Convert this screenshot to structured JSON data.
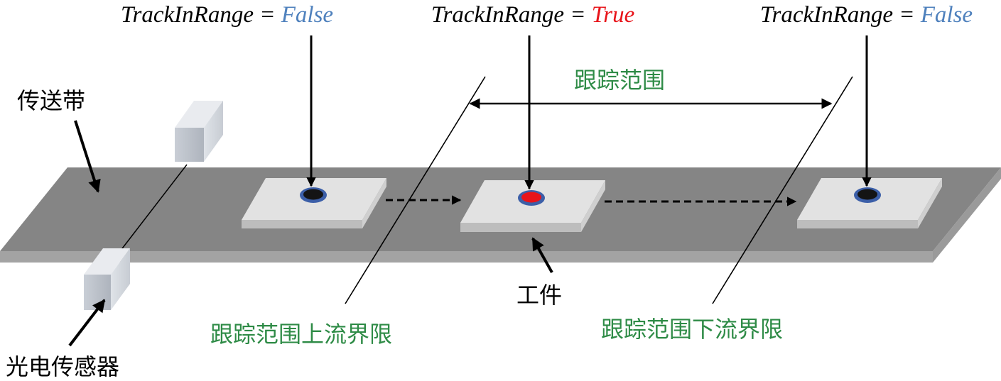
{
  "labels": {
    "conveyor": "传送带",
    "sensor": "光电传感器",
    "workpiece": "工件",
    "tracking_range": "跟踪范围",
    "upstream_limit": "跟踪范围上流界限",
    "downstream_limit": "跟踪范围下流界限"
  },
  "track_status": [
    {
      "prefix": "TrackInRange",
      "eq": " = ",
      "value": "False",
      "value_color": "#4f81bd"
    },
    {
      "prefix": "TrackInRange",
      "eq": " = ",
      "value": "True",
      "value_color": "#e8141a"
    },
    {
      "prefix": "TrackInRange",
      "eq": " = ",
      "value": "False",
      "value_color": "#4f81bd"
    }
  ],
  "colors": {
    "label_green": "#2e8b46",
    "belt_top": "#858585",
    "belt_front": "#a2a2a2",
    "plate_top": "#e2e2e2",
    "marker_inactive": "#141414",
    "marker_active": "#e8141a",
    "marker_ring": "#3c5fa8"
  }
}
